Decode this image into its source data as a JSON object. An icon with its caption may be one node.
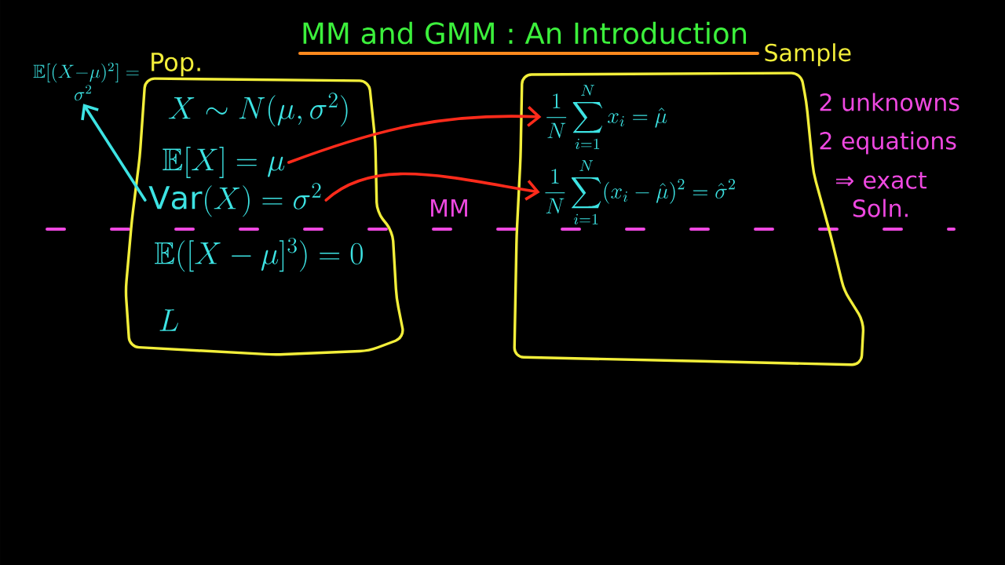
{
  "diagram": {
    "title": "MM and GMM : An Introduction",
    "nodes": [
      {
        "text": [
          "Pop."
        ]
      },
      {
        "text": [
          "X \\sim N(\\mu, \\sigma^2)"
        ],
        "in": 0
      },
      {
        "text": [
          "\\mathbb{E}[X] = \\mu"
        ],
        "in": 0
      },
      {
        "text": [
          "\\mathrm{Var}(X) = \\sigma^2"
        ],
        "in": 0
      },
      {
        "text": [
          "\\mathbb{E}([X-\\mu]^3) = 0"
        ],
        "in": 0
      },
      {
        "text": [
          "L"
        ],
        "in": 0
      },
      {
        "text": [
          "\\mathbb{E}[(X-\\mu)^2] = \\sigma^2"
        ]
      },
      {
        "text": [
          "Sample"
        ]
      },
      {
        "text": [
          "\\frac{1}{N}\\sum_{i=1}^{N} x_i = \\hat{\\mu}"
        ],
        "in": 7
      },
      {
        "text": [
          "\\frac{1}{N}\\sum_{i=1}^{N} (x_i-\\hat{\\mu})^2 = \\hat{\\sigma}^2"
        ],
        "in": 7
      }
    ],
    "edges": [
      {
        "from": 2,
        "to": 8,
        "arrow": "to"
      },
      {
        "from": 3,
        "to": 9,
        "arrow": "to"
      },
      {
        "from": 3,
        "to": 6,
        "arrow": "to",
        "color": "#3de3e3"
      }
    ],
    "labels": [
      "2 unknowns",
      "2 equations",
      "⇒ exact Soln.",
      "MM"
    ]
  }
}
